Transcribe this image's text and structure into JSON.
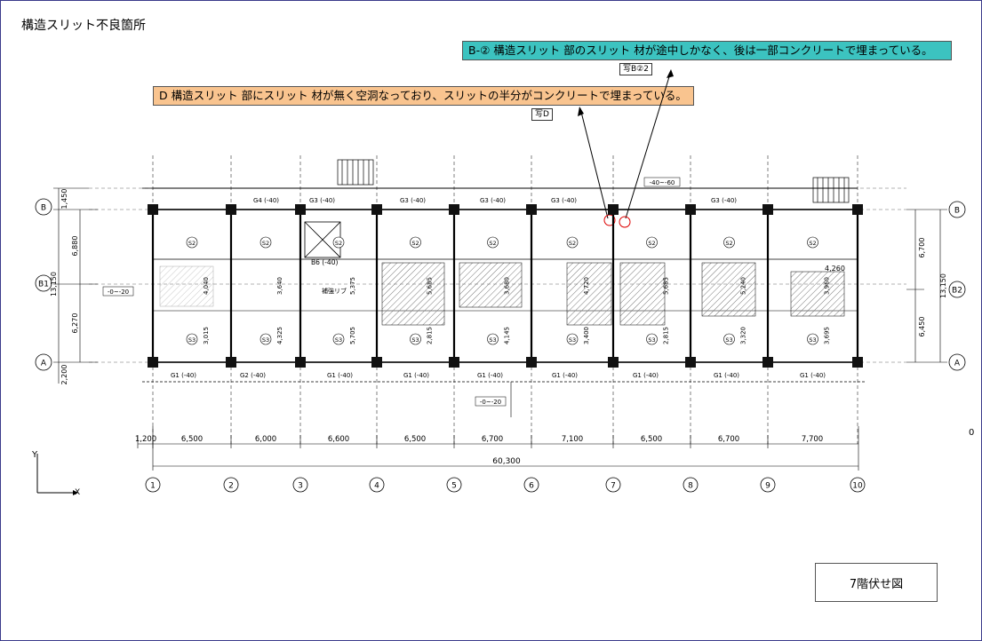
{
  "page": {
    "title": "構造スリット不良箇所",
    "legend": "7階伏せ図"
  },
  "notes": {
    "b": {
      "text": "B-②  構造スリット 部のスリット 材が途中しかなく、後は一部コンクリートで埋まっている。",
      "photo": "写B②2"
    },
    "d": {
      "text": "D  構造スリット 部にスリット 材が無く空洞なっており、スリットの半分がコンクリートで埋まっている。",
      "photo": "写D"
    }
  },
  "grid": {
    "columns": [
      "1",
      "2",
      "3",
      "4",
      "5",
      "6",
      "7",
      "8",
      "9",
      "10"
    ],
    "rows_left": [
      "B",
      "B1",
      "A"
    ],
    "rows_right": [
      "B",
      "B2",
      "A"
    ],
    "spans": [
      "1,200",
      "6,500",
      "6,000",
      "6,600",
      "6,500",
      "6,700",
      "7,100",
      "6,500",
      "6,700",
      "7,700"
    ],
    "total": "60,300",
    "left_dims": {
      "top": "1,450",
      "b_b1": "6,880",
      "b1_a": "6,270",
      "total": "13,150",
      "bottom": "2,200"
    },
    "right_dims": {
      "b_b2": "6,700",
      "b2_a": "6,450",
      "total": "13,150"
    }
  },
  "plan_labels": {
    "top_beams": [
      "G4 (-40)",
      "G3 (-40)",
      "G3 (-40)",
      "G3 (-40)",
      "G3 (-40)",
      "G3 (-40)"
    ],
    "bottom_beams": [
      "G1 (-40)",
      "G2 (-40)",
      "G1 (-40)",
      "G1 (-40)",
      "G1 (-40)",
      "G1 (-40)",
      "G1 (-40)",
      "G1 (-40)",
      "G1 (-40)"
    ],
    "slab_s2": [
      "S2",
      "S2",
      "S2",
      "S2",
      "S2",
      "S2",
      "S2",
      "S2",
      "S2"
    ],
    "slab_s3": [
      "S3",
      "S3",
      "S3",
      "S3",
      "S3",
      "S3",
      "S3",
      "S3",
      "S3"
    ],
    "dims_b1": [
      "4,040",
      "3,640",
      "5,375",
      "5,685",
      "3,680",
      "4,720",
      "5,685",
      "5,240",
      "3,960"
    ],
    "dims_a": [
      "3,015",
      "4,325",
      "5,705",
      "2,815",
      "4,145",
      "3,400",
      "2,815",
      "3,320",
      "3,695"
    ],
    "left_note": "-0~-20",
    "bottom_note": "-0~-20",
    "right_corner": "4,260",
    "top_minus": "-40~-60",
    "reinforce": "補強リブ",
    "b6": "B6 (-40)"
  },
  "axis": {
    "y": "Y",
    "x": "X"
  },
  "edge_mark": "0"
}
